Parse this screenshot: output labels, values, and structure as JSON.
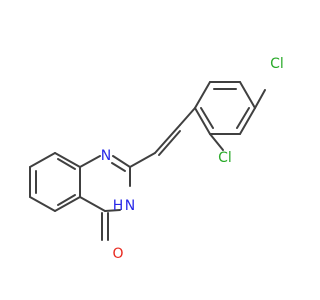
{
  "molecule": {
    "atoms": {
      "cl_top": "Cl",
      "cl_ortho": "Cl",
      "n_ring": "N",
      "nh": "H",
      "n_amide": "N",
      "o_carbonyl": "O"
    },
    "colors": {
      "bond": "#404040",
      "nitrogen": "#2828e8",
      "oxygen": "#e8281e",
      "chlorine": "#2aaa2a"
    }
  }
}
